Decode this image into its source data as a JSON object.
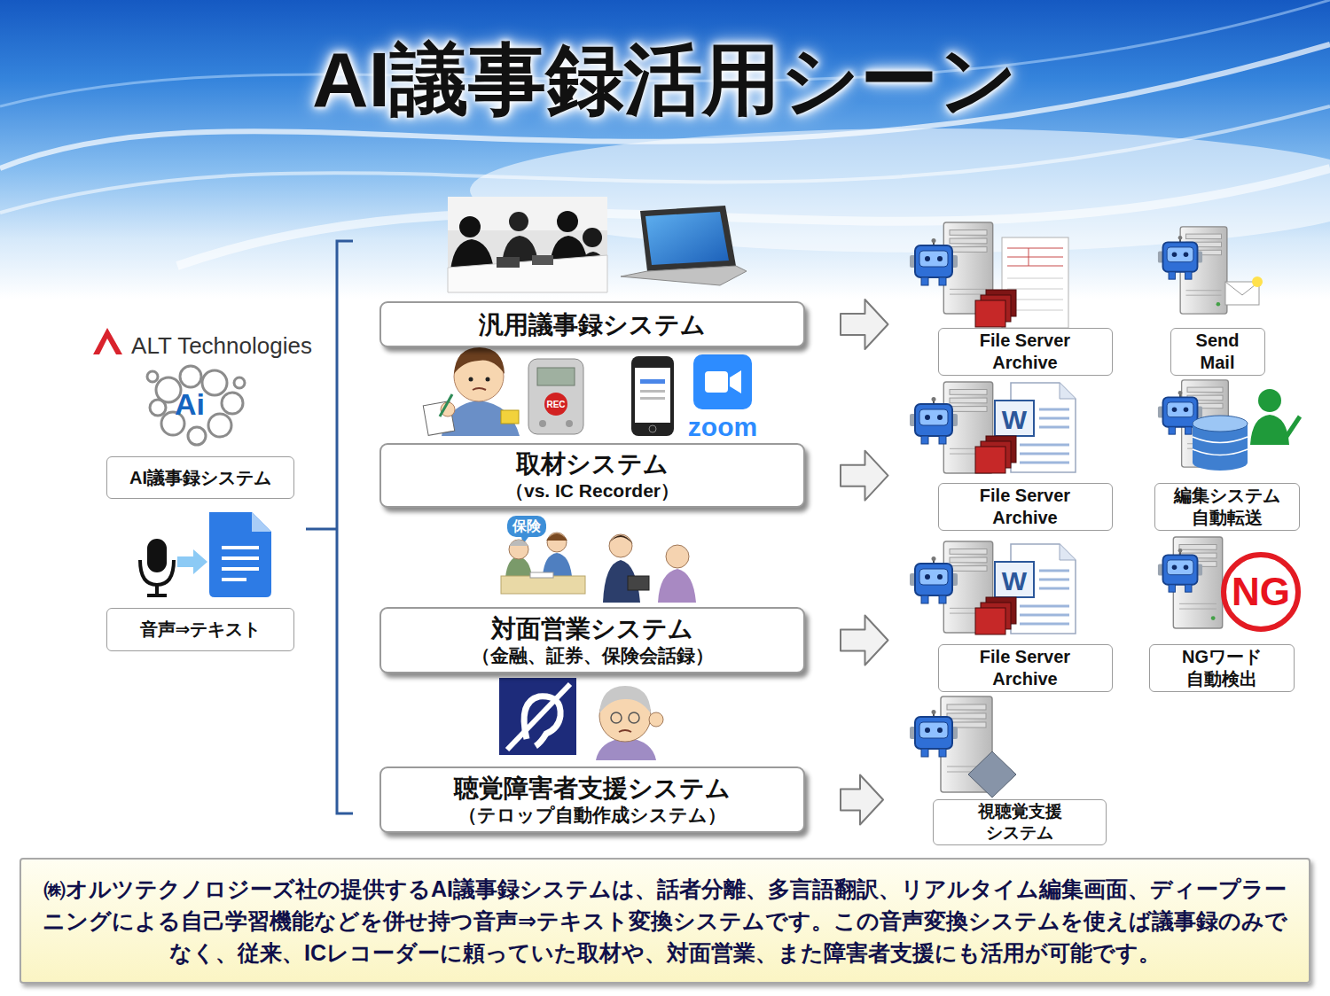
{
  "diagram": {
    "title": "AI議事録活用シーン",
    "caption": "㈱オルツテクノロジーズ社の提供するAI議事録システムは、話者分離、多言語翻訳、リアルタイム編集画面、ディープラーニングによる自己学習機能などを併せ持つ音声⇒テキスト変換システムです。この音声変換システムを使えば議事録のみでなく、従来、ICレコーダーに頼っていた取材や、対面営業、また障害者支援にも活用が可能です。",
    "nodes": [
      {
        "text": [
          "AI議事録システム"
        ]
      },
      {
        "text": [
          "音声⇒テキスト"
        ]
      },
      {
        "text": [
          "汎用議事録システム"
        ]
      },
      {
        "text": [
          "取材システム",
          "（vs. IC Recorder）"
        ]
      },
      {
        "text": [
          "対面営業システム",
          "（金融、証券、保険会話録）"
        ]
      },
      {
        "text": [
          "聴覚障害者支援システム",
          "（テロップ自動作成システム）"
        ]
      },
      {
        "text": [
          "File Server Archive"
        ]
      },
      {
        "text": [
          "Send Mail"
        ]
      },
      {
        "text": [
          "File Server Archive"
        ]
      },
      {
        "text": [
          "編集システム 自動転送"
        ]
      },
      {
        "text": [
          "File Server Archive"
        ]
      },
      {
        "text": [
          "NGワード 自動検出"
        ]
      },
      {
        "text": [
          "視聴覚支援 システム"
        ]
      }
    ],
    "edges": [
      {
        "from": 2,
        "to": 6,
        "arrow": "to"
      },
      {
        "from": 3,
        "to": 8,
        "arrow": "to"
      },
      {
        "from": 4,
        "to": 10,
        "arrow": "to"
      },
      {
        "from": 5,
        "to": 12,
        "arrow": "to"
      }
    ],
    "labels": [
      "ALT Technologies",
      "Ai",
      "REC",
      "zoom",
      "保険",
      "W",
      "W",
      "NG"
    ]
  }
}
